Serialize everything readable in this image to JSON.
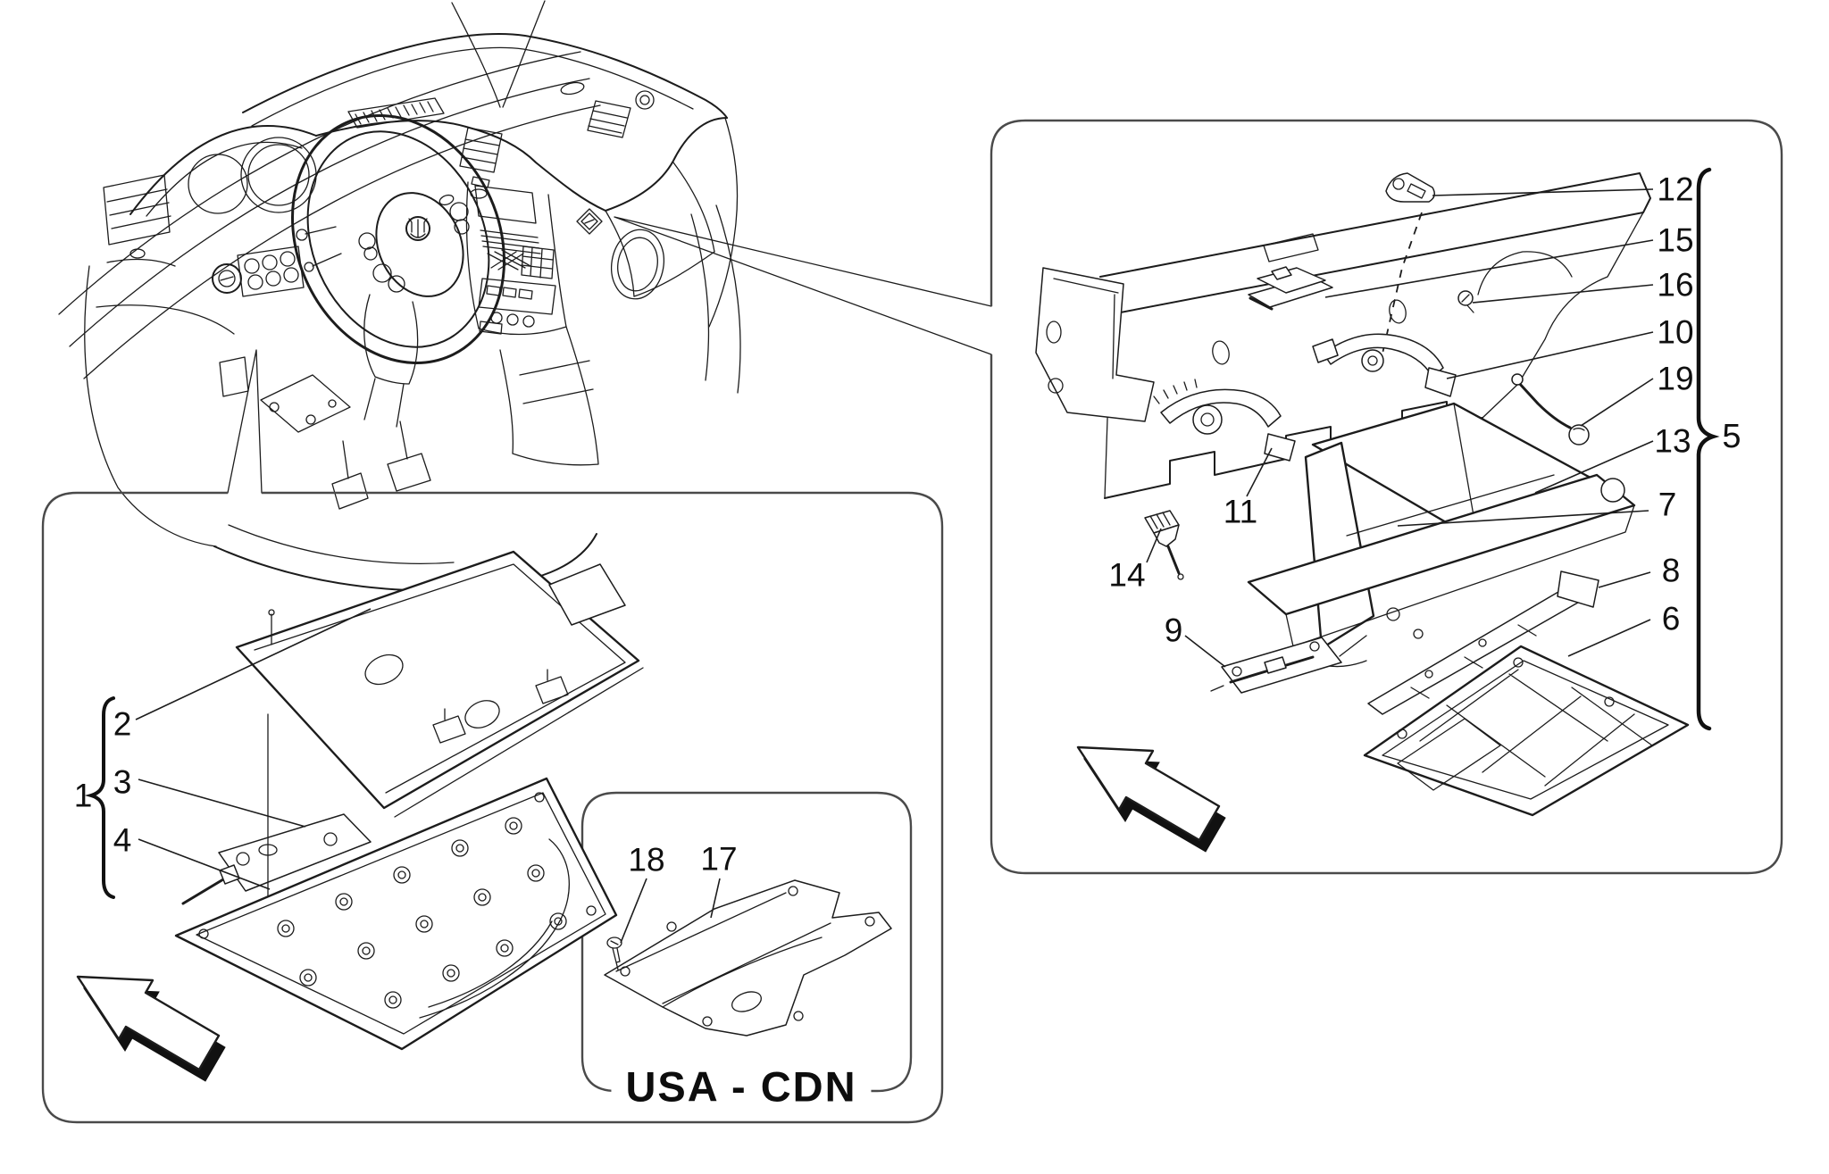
{
  "region_label": "USA - CDN",
  "callouts": {
    "n1": "1",
    "n2": "2",
    "n3": "3",
    "n4": "4",
    "n5": "5",
    "n6": "6",
    "n7": "7",
    "n8": "8",
    "n9": "9",
    "n10": "10",
    "n11": "11",
    "n12": "12",
    "n13": "13",
    "n14": "14",
    "n15": "15",
    "n16": "16",
    "n17": "17",
    "n18": "18",
    "n19": "19"
  },
  "groups": [
    {
      "group_label": "1",
      "member_labels": [
        "2",
        "3",
        "4"
      ]
    },
    {
      "group_label": "5",
      "member_labels": [
        "12",
        "15",
        "16",
        "10",
        "19",
        "13",
        "7",
        "8",
        "6"
      ]
    }
  ],
  "icons": {
    "direction_arrow_left": "block-arrow-up-left",
    "direction_arrow_right": "block-arrow-up-left"
  },
  "colors": {
    "background": "#ffffff",
    "line": "#1c1c1c",
    "panel_border": "#4a4a4a",
    "text": "#101010"
  }
}
